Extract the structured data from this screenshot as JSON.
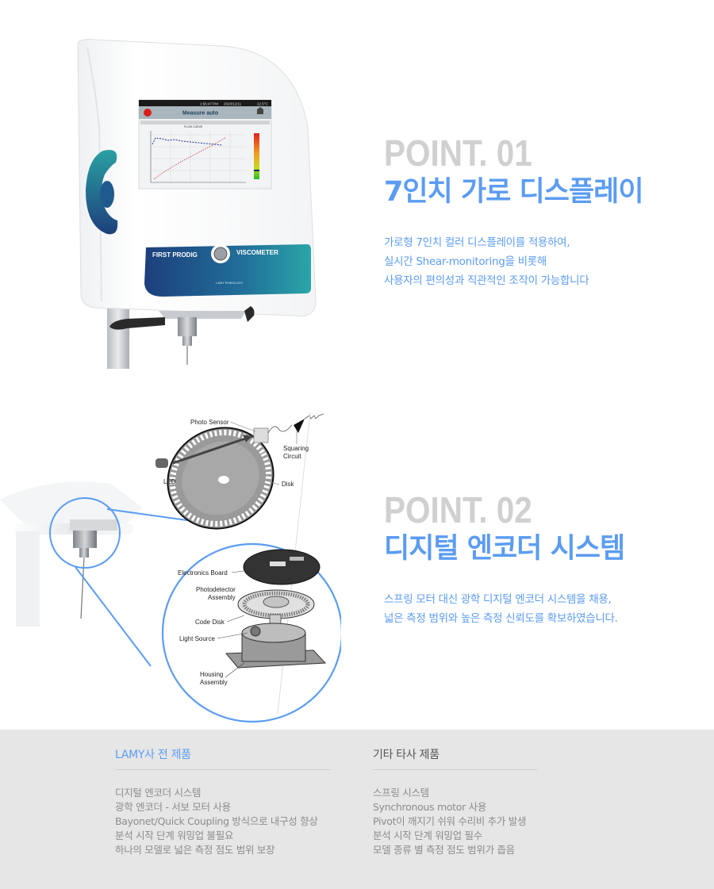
{
  "point1": {
    "number": "POINT. 01",
    "title": "7인치 가로 디스플레이",
    "description": [
      "가로형 7인치 컬러 디스플레이를 적용하여,",
      "실시간 Shear-monitoring을 비롯해",
      "사용자의 편의성과 직관적인 조작이 가능합니다"
    ],
    "device": {
      "screen_time": "1:56:47 PM",
      "screen_date": "2020/12/11",
      "screen_temp": "22.5°C",
      "screen_title": "Measure auto",
      "stop_label": "STOP",
      "chart_title": "FLOW CURVE",
      "panel_left": "FIRST PRODIG",
      "panel_right": "VISCOMETER",
      "brand": "LAMY RHEOLOGY"
    }
  },
  "point2": {
    "number": "POINT. 02",
    "title": "디지털 엔코더 시스템",
    "description": [
      "스프링 모터 대신 광학 디지털 엔코더 시스템을 채용,",
      "넓은 측정 범위와 높은 측정 신뢰도를 확보하였습니다."
    ],
    "diagram_labels": {
      "photo_sensor": "Photo Sensor",
      "squaring": "Squaring",
      "circuit": "Circuit",
      "disk": "Disk",
      "led": "LED",
      "electronics_board": "Electronics Board",
      "photodetector": "Photodetector",
      "assembly": "Assembly",
      "code_disk": "Code Disk",
      "light_source": "Light Source",
      "housing": "Housing",
      "housing_assembly": "Assembly"
    }
  },
  "comparison": {
    "lamy": {
      "heading": "LAMY사 전 제품",
      "items": [
        "디지털 엔코더 시스템",
        "광학 엔코더 - 서보 모터 사용",
        "Bayonet/Quick Coupling 방식으로 내구성 향상",
        "분석 시작 단계 워밍업 불필요",
        "하나의 모델로 넓은 측정 점도 범위 보장"
      ]
    },
    "others": {
      "heading": "기타 타사 제품",
      "items": [
        "스프링 시스템",
        "Synchronous motor 사용",
        "Pivot이 깨지기 쉬워 수리비 추가 발생",
        "분석 시작 단계 워밍업 필수",
        "모델 종류 별 측정 점도 범위가 좁음"
      ]
    }
  },
  "colors": {
    "accent_blue": "#5b9cf2",
    "point_gray": "#d0d0d0",
    "footer_bg": "#e6e6e6"
  }
}
